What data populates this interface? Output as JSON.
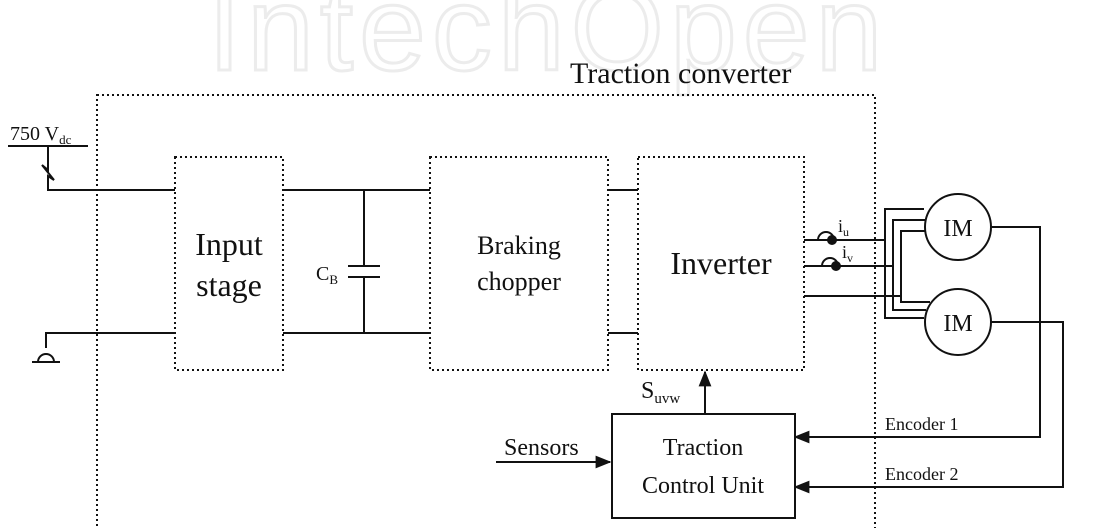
{
  "watermark": "IntechOpen",
  "diagram": {
    "title": "Traction converter",
    "supply": {
      "label": "750 V",
      "sub": "dc"
    },
    "blocks": {
      "input_stage": [
        "Input",
        "stage"
      ],
      "capacitor": {
        "label": "C",
        "sub": "B"
      },
      "braking_chopper": [
        "Braking",
        "chopper"
      ],
      "inverter": "Inverter",
      "tcu": [
        "Traction",
        "Control Unit"
      ]
    },
    "currents": [
      {
        "label": "i",
        "sub": "u"
      },
      {
        "label": "i",
        "sub": "v"
      }
    ],
    "motors": [
      "IM",
      "IM"
    ],
    "switch_signal": {
      "label": "S",
      "sub": "uvw"
    },
    "sensors": "Sensors",
    "encoders": [
      "Encoder 1",
      "Encoder 2"
    ]
  }
}
